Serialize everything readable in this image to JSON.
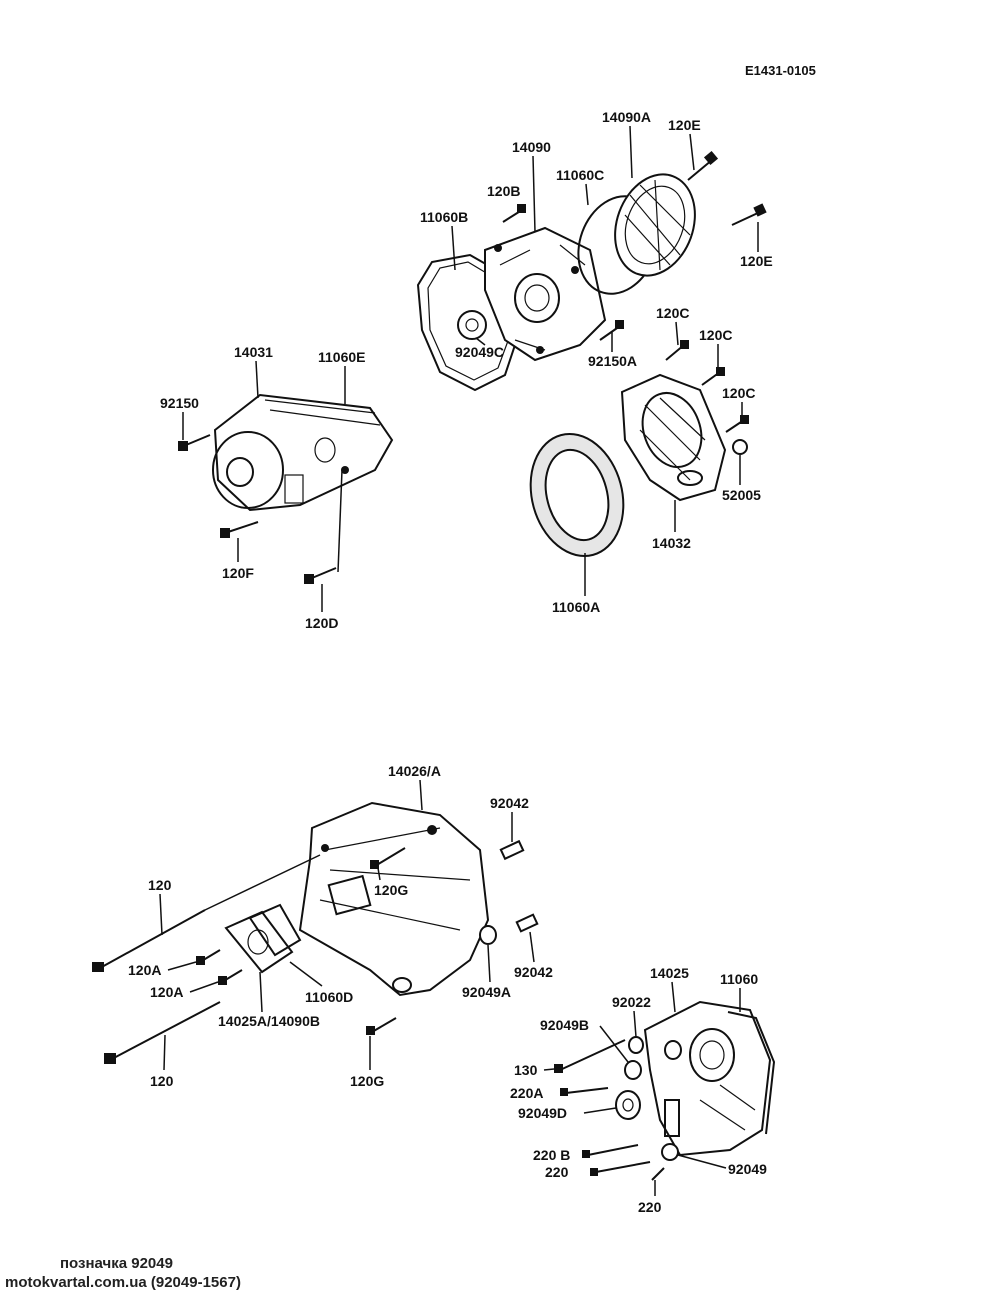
{
  "header": {
    "code": "E1431-0105"
  },
  "labels": {
    "p14090A": "14090A",
    "p120E_top": "120E",
    "p14090": "14090",
    "p11060C": "11060C",
    "p120B": "120B",
    "p11060B": "11060B",
    "p120E_right": "120E",
    "p92049C": "92049C",
    "p92150A": "92150A",
    "p120C_1": "120C",
    "p120C_2": "120C",
    "p120C_3": "120C",
    "p14031": "14031",
    "p11060E": "11060E",
    "p92150": "92150",
    "p120F": "120F",
    "p120D": "120D",
    "p52005": "52005",
    "p14032": "14032",
    "p11060A": "11060A",
    "p14026A": "14026/A",
    "p92042_top": "92042",
    "p120_top": "120",
    "p120G_top": "120G",
    "p120A_1": "120A",
    "p120A_2": "120A",
    "p11060D": "11060D",
    "p14025A": "14025A/14090B",
    "p92042_bottom": "92042",
    "p92049A": "92049A",
    "p120_bottom": "120",
    "p120G_bottom": "120G",
    "p14025": "14025",
    "p11060": "11060",
    "p92022": "92022",
    "p92049B": "92049B",
    "p130": "130",
    "p220A": "220A",
    "p92049D": "92049D",
    "p220B": "220 B",
    "p220_1": "220",
    "p92049": "92049",
    "p220_2": "220"
  },
  "footer": {
    "caption": "позначка 92049",
    "source": "motokvartal.com.ua (92049-1567)"
  }
}
